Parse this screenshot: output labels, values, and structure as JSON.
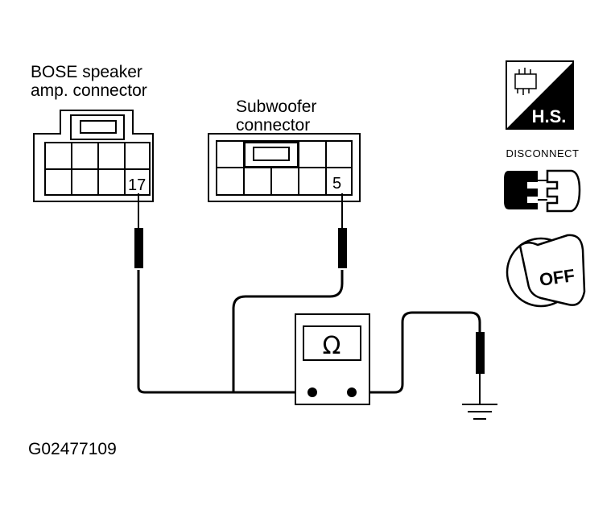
{
  "labels": {
    "bose_connector_line1": "BOSE speaker",
    "bose_connector_line2": "amp. connector",
    "subwoofer_connector_line1": "Subwoofer",
    "subwoofer_connector_line2": "connector",
    "figure_code": "G02477109"
  },
  "pins": {
    "bose_pin": "17",
    "subwoofer_pin": "5"
  },
  "meter": {
    "symbol": "Ω"
  },
  "side_icons": {
    "hs_label": "H.S.",
    "disconnect_label": "DISCONNECT",
    "ignition_label": "OFF",
    "hs_icon": "harness-side-icon",
    "disconnect_icon": "connector-disconnect-icon",
    "ignition_icon": "ignition-key-off-icon"
  }
}
